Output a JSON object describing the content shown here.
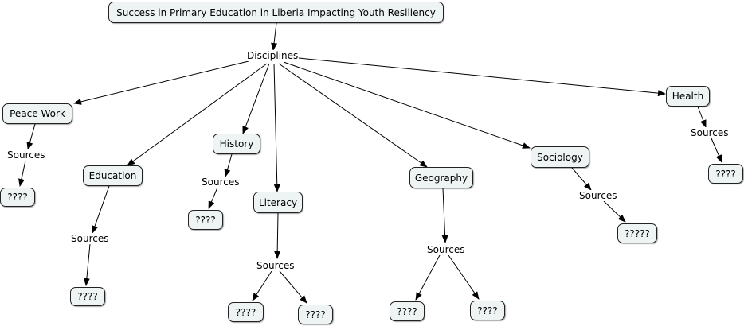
{
  "concept_map": {
    "root": "Success in Primary Education in Liberia Impacting Youth Resiliency",
    "link_label": "Disciplines",
    "sources_label": "Sources",
    "disciplines": [
      {
        "label": "Peace Work",
        "sources": [
          "????"
        ]
      },
      {
        "label": "Education",
        "sources": [
          "????"
        ]
      },
      {
        "label": "History",
        "sources": [
          "????"
        ]
      },
      {
        "label": "Literacy",
        "sources": [
          "????",
          "????"
        ]
      },
      {
        "label": "Geography",
        "sources": [
          "????",
          "????"
        ]
      },
      {
        "label": "Sociology",
        "sources": [
          "?????"
        ]
      },
      {
        "label": "Health",
        "sources": [
          "????"
        ]
      }
    ]
  },
  "colors": {
    "node_fill": "#eef3f4",
    "border": "#222222",
    "line": "#000000"
  }
}
